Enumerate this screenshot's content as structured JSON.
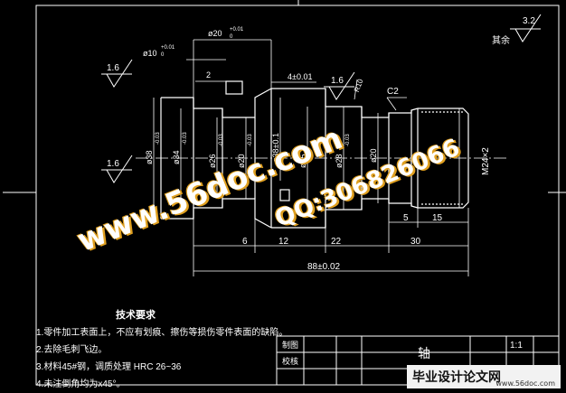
{
  "dims": {
    "d20": "ø20",
    "d20_tol_up": "+0.01",
    "d20_tol_lo": "0",
    "d10": "ø10",
    "d10_tol_up": "+0.01",
    "d10_tol_lo": "0",
    "len_2": "2",
    "len_4": "4±0.01",
    "d38": "ø38",
    "d38_tol": "-0.03",
    "d34": "ø34",
    "d34_tol": "-0.03",
    "d26": "ø26",
    "d26_tol": "-0.03",
    "d20b": "ø20",
    "d20b_tol": "-0.03",
    "d38b": "ø38±0.1",
    "d25": "ø25",
    "d28": "ø28",
    "d28_tol": "-0.03",
    "d20c": "ø20",
    "thread": "M24×2",
    "chamfer": "C2",
    "r10": "R10",
    "len_6": "6",
    "len_12": "12",
    "len_22": "22",
    "len_30": "30",
    "len_5": "5",
    "len_15": "15",
    "total": "88±0.02"
  },
  "roughness": {
    "r1": "1.6",
    "r2": "1.6",
    "r3": "1.6",
    "corner": "3.2",
    "corner_text": "其余"
  },
  "notes": {
    "title": "技术要求",
    "items": [
      "1.零件加工表面上，不应有划痕、擦伤等损伤零件表面的缺陷。",
      "2.去除毛刺飞边。",
      "3.材料45#钢，调质处理 HRC 26~36",
      "4.未注倒角均为x45°。"
    ]
  },
  "title_block": {
    "part_name": "轴",
    "scale": "1:1",
    "drawn": "制图",
    "checked": "校核"
  },
  "watermarks": {
    "site": "www.56doc.com",
    "qq": "QQ:306826066"
  },
  "logo": {
    "text": "毕业设计论文网",
    "url": "www.56doc.com"
  }
}
